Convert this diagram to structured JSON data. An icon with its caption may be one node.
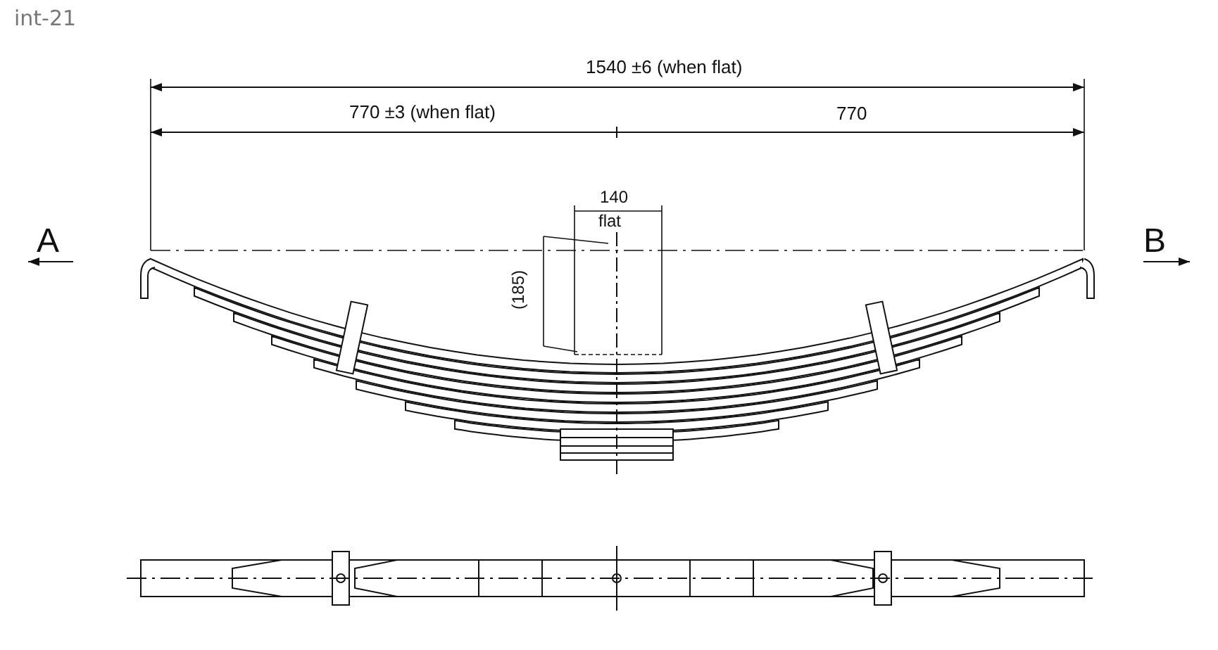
{
  "diagram": {
    "labels": [
      "int-21",
      "1540 ±6 (when flat)",
      "770 ±3 (when flat)",
      "770",
      "140",
      "flat",
      "A",
      "(185)",
      "B"
    ]
  }
}
